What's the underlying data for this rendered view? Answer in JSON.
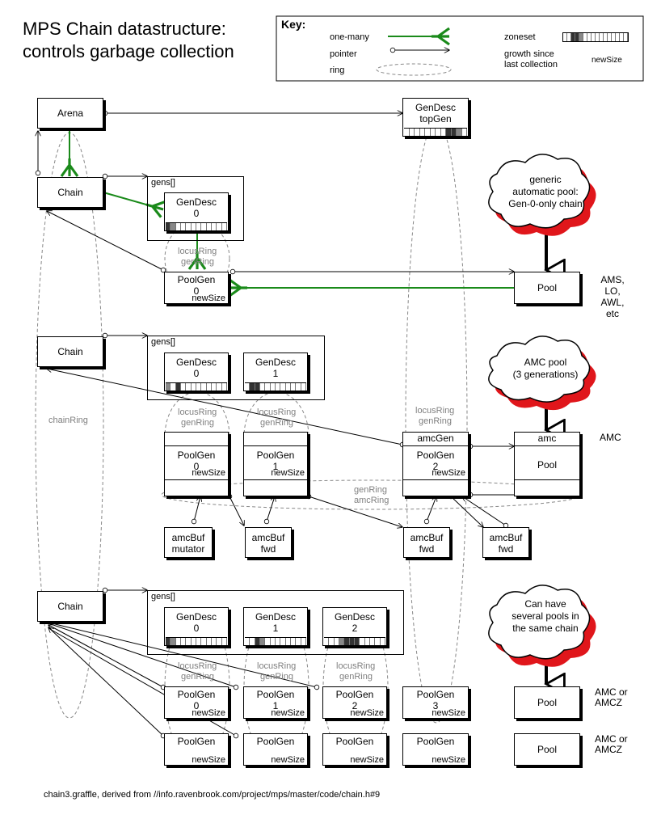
{
  "title": {
    "line1": "MPS Chain datastructure:",
    "line2": "controls garbage collection"
  },
  "key": {
    "heading": "Key:",
    "one_many": "one-many",
    "pointer": "pointer",
    "ring": "ring",
    "zoneset": "zoneset",
    "growth_line1": "growth since",
    "growth_line2": "last collection",
    "newsize": "newSize"
  },
  "section1": {
    "arena": "Arena",
    "chain": "Chain",
    "gens": "gens[]",
    "gendesc_name": "GenDesc",
    "gendesc_index": "0",
    "topgen_line1": "GenDesc",
    "topgen_line2": "topGen",
    "locus_ring": "locusRing",
    "gen_ring": "genRing",
    "poolgen_name": "PoolGen",
    "poolgen_index": "0",
    "newsize": "newSize",
    "pool": "Pool",
    "pool_kinds": [
      "AMS,",
      "LO,",
      "AWL,",
      "etc"
    ],
    "cloud": [
      "generic",
      "automatic pool:",
      "Gen-0-only chain"
    ]
  },
  "chain_ring": "chainRing",
  "section2": {
    "chain": "Chain",
    "gens": "gens[]",
    "gendesc_name": "GenDesc",
    "gendesc_indices": [
      "0",
      "1"
    ],
    "locus_ring": "locusRing",
    "gen_ring": "genRing",
    "poolgen_name": "PoolGen",
    "poolgen_indices": [
      "0",
      "1",
      "2"
    ],
    "newsize": "newSize",
    "amcgen": "amcGen",
    "amc": "amc",
    "pool": "Pool",
    "amc_label": "AMC",
    "ring_label_1": "genRing",
    "ring_label_2": "amcRing",
    "bufs": [
      {
        "name": "amcBuf",
        "role": "mutator"
      },
      {
        "name": "amcBuf",
        "role": "fwd"
      },
      {
        "name": "amcBuf",
        "role": "fwd"
      },
      {
        "name": "amcBuf",
        "role": "fwd"
      }
    ],
    "cloud": [
      "AMC pool",
      "(3 generations)"
    ]
  },
  "section3": {
    "chain": "Chain",
    "gens": "gens[]",
    "gendesc_name": "GenDesc",
    "gendesc_indices": [
      "0",
      "1",
      "2"
    ],
    "locus_ring": "locusRing",
    "gen_ring": "genRing",
    "poolgen_name": "PoolGen",
    "poolgen_indices": [
      "0",
      "1",
      "2",
      "3"
    ],
    "newsize": "newSize",
    "pool": "Pool",
    "pool_kind_line1": "AMC or",
    "pool_kind_line2": "AMCZ",
    "cloud": [
      "Can have",
      "several pools in",
      "the same chain"
    ]
  },
  "footer": "chain3.graffle, derived from //info.ravenbrook.com/project/mps/master/code/chain.h#9",
  "colors": {
    "one_many": "#1a8a1a",
    "cloud_shadow": "#e0161b",
    "ring": "#888888"
  }
}
